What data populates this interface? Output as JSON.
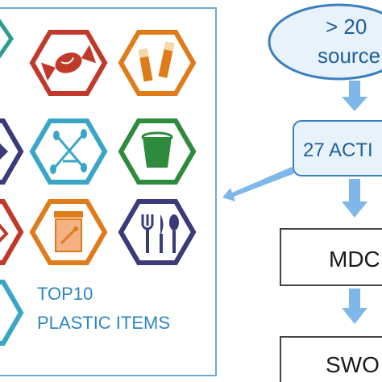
{
  "panel": {
    "caption_line1": "TOP10",
    "caption_line2": "PLASTIC ITEMS",
    "items": [
      {
        "icon": "partial-hexagon-icon",
        "color": "#2a9d8f"
      },
      {
        "icon": "candy-wrapper-icon",
        "color": "#c0392b"
      },
      {
        "icon": "cigarette-butts-icon",
        "color": "#e07b1a"
      },
      {
        "icon": "partial-hexagon-icon",
        "color": "#3b3b7a"
      },
      {
        "icon": "cotton-buds-icon",
        "color": "#3aa6c6"
      },
      {
        "icon": "drink-cup-icon",
        "color": "#2e8b3e"
      },
      {
        "icon": "partial-hexagon-icon",
        "color": "#c0392b"
      },
      {
        "icon": "food-container-icon",
        "color": "#e07b1a"
      },
      {
        "icon": "cutlery-icon",
        "color": "#3b3b7a"
      },
      {
        "icon": "partial-hexagon-icon",
        "color": "#3aa6c6"
      }
    ]
  },
  "flow": {
    "sources_line1": "> 20",
    "sources_line2": "source",
    "actions": "27 ACTI",
    "mdc": "MDC",
    "swo": "SWO"
  },
  "colors": {
    "panel_border": "#6fa8dc",
    "oval_fill": "#e8f2fb",
    "oval_stroke": "#3a7fbf",
    "arrow": "#7fb8e8",
    "caption_text": "#2e86c1",
    "box_text": "#1f5f99"
  }
}
